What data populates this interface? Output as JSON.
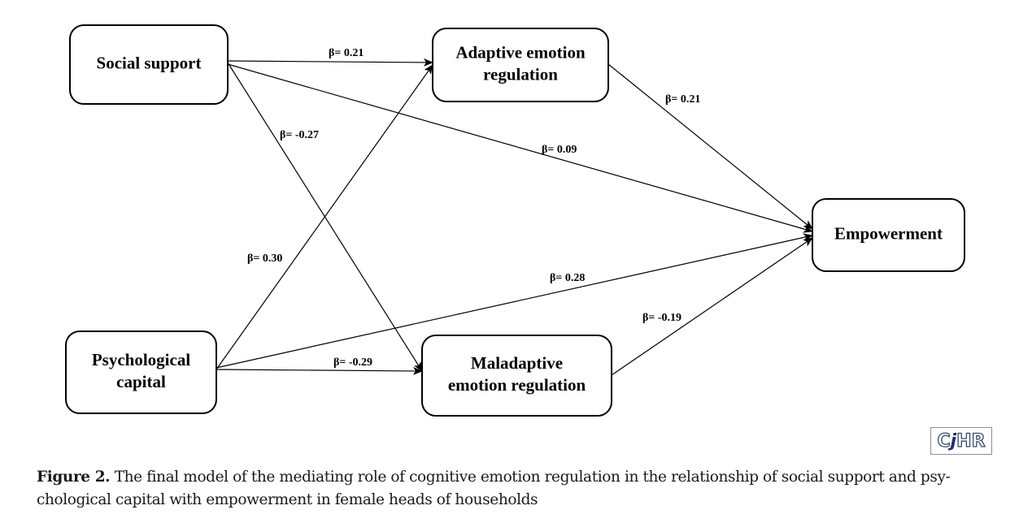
{
  "figure": {
    "nodes": [
      {
        "id": "social_support",
        "lines": [
          "Social support"
        ]
      },
      {
        "id": "adaptive_er",
        "lines": [
          "Adaptive emotion",
          "regulation"
        ]
      },
      {
        "id": "empowerment",
        "lines": [
          "Empowerment"
        ]
      },
      {
        "id": "psychological_capital",
        "lines": [
          "Psychological",
          "capital"
        ]
      },
      {
        "id": "maladaptive_er",
        "lines": [
          "Maladaptive",
          "emotion regulation"
        ]
      }
    ],
    "edges": [
      {
        "from": "social_support",
        "to": "adaptive_er",
        "label": "β= 0.21",
        "beta": 0.21
      },
      {
        "from": "social_support",
        "to": "maladaptive_er",
        "label": "β= -0.27",
        "beta": -0.27
      },
      {
        "from": "social_support",
        "to": "empowerment",
        "label": "β= 0.09",
        "beta": 0.09
      },
      {
        "from": "adaptive_er",
        "to": "empowerment",
        "label": "β= 0.21",
        "beta": 0.21
      },
      {
        "from": "psychological_capital",
        "to": "adaptive_er",
        "label": "β= 0.30",
        "beta": 0.3
      },
      {
        "from": "psychological_capital",
        "to": "empowerment",
        "label": "β= 0.28",
        "beta": 0.28
      },
      {
        "from": "psychological_capital",
        "to": "maladaptive_er",
        "label": "β= -0.29",
        "beta": -0.29
      },
      {
        "from": "maladaptive_er",
        "to": "empowerment",
        "label": "β= -0.19",
        "beta": -0.19
      }
    ]
  },
  "logo": {
    "prefix": "C",
    "accent": "j",
    "suffix": "HR"
  },
  "caption": {
    "label": "Figure 2.",
    "text": " The final model of the mediating role of cognitive emotion regulation in the relationship of social support and psy-chological capital with empowerment in female heads of households"
  }
}
